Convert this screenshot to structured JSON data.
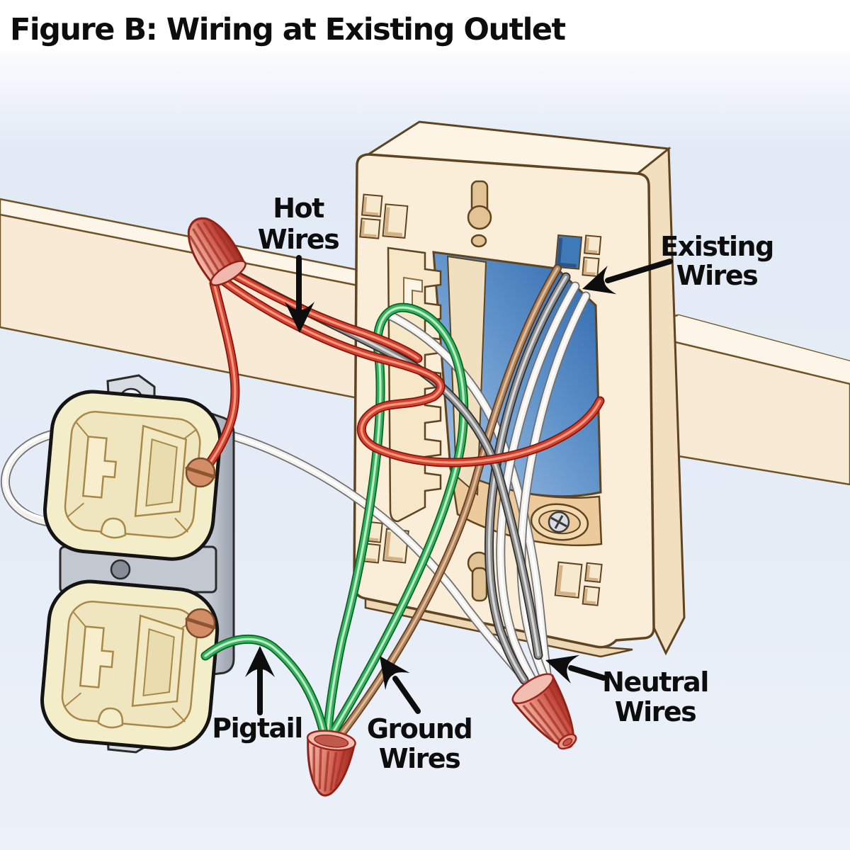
{
  "title": {
    "text": "Figure B: Wiring at Existing Outlet"
  },
  "labels": {
    "hot": {
      "line1": "Hot",
      "line2": "Wires"
    },
    "existing": {
      "line1": "Existing",
      "line2": "Wires"
    },
    "neutral": {
      "line1": "Neutral",
      "line2": "Wires"
    },
    "pigtail": {
      "line1": "Pigtail"
    },
    "ground": {
      "line1": "Ground",
      "line2": "Wires"
    }
  },
  "colors": {
    "header_background": "#ffffff",
    "background_sky": "#e6edf7",
    "title_text": "#0d0d0d",
    "label_text": "#0d0d0d",
    "arrow": "#0d0d0d",
    "wood_band": "#f8ead4",
    "wood_band_light": "#fdf5e7",
    "wood_outline": "#6f5226",
    "box_front": "#faeed8",
    "box_top": "#fdf4e4",
    "box_side": "#f2dfc0",
    "box_outline": "#5e4420",
    "box_interior_blue_deep": "#2b66ab",
    "box_interior_blue_light": "#aac8e8",
    "interior_ledge_tan": "#ecca9c",
    "hot_wire_red": "#d6402e",
    "neutral_wire_white": "#f2f1ed",
    "ground_wire_green": "#33b45a",
    "existing_ground_copper": "#b08058",
    "old_hot_gray": "#8b8b8b",
    "wire_nut_red": "#c4473a",
    "wire_nut_rim_pink": "#f0b8ac",
    "outlet_face_ivory": "#f4edca",
    "outlet_metal_silver": "#c6cbd4",
    "terminal_screw_copper": "#d28d66"
  }
}
